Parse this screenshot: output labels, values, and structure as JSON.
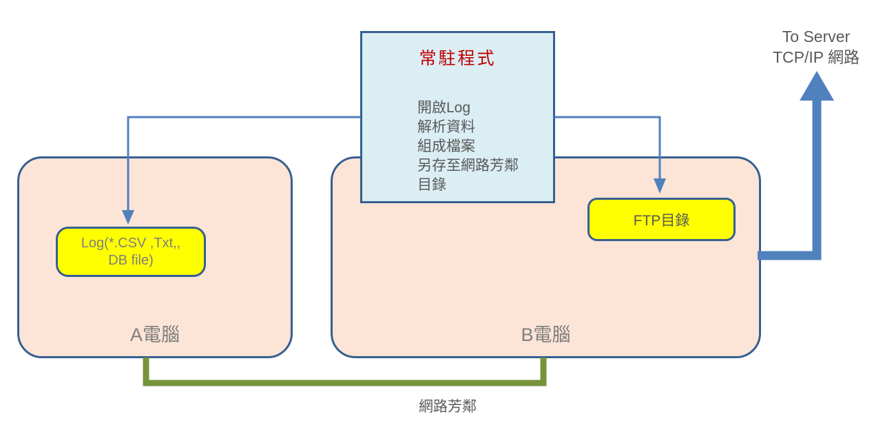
{
  "colors": {
    "canvas-bg": "#ffffff",
    "box-border-blue": "#365f91",
    "program-fill": "#dbeef4",
    "computer-fill": "#fce4d6",
    "highlight-yellow": "#ffff00",
    "arrow-blue": "#4f81bd",
    "link-green": "#77933c",
    "title-red": "#c00000",
    "text-gray": "#595959",
    "label-gray": "#7f7f7f"
  },
  "program": {
    "title": "常駐程式",
    "steps": [
      "開啟Log",
      "解析資料",
      "組成檔案",
      "另存至網路芳鄰",
      "目錄"
    ]
  },
  "computer_a": {
    "label": "A電腦",
    "log_box": {
      "line1": "Log(*.CSV ,Txt,,",
      "line2": "DB file)"
    }
  },
  "computer_b": {
    "label": "B電腦",
    "ftp_box": {
      "label": "FTP目錄"
    }
  },
  "server": {
    "line1": "To Server",
    "line2": "TCP/IP 網路"
  },
  "network": {
    "label": "網路芳鄰"
  }
}
